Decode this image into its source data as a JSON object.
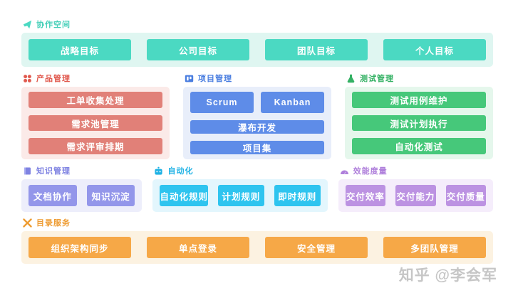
{
  "watermark": "知乎 @李会军",
  "palette": {
    "workspace": "#4BD9C2",
    "product": "#E18078",
    "project": "#5E8CE8",
    "test": "#46C87A",
    "knowledge": "#9396EA",
    "automation": "#2EC4EF",
    "metrics": "#BC92E2",
    "directory": "#F6A847"
  },
  "sections": {
    "workspace": {
      "title": "协作空间",
      "items": [
        "战略目标",
        "公司目标",
        "团队目标",
        "个人目标"
      ]
    },
    "product": {
      "title": "产品管理",
      "items": [
        "工单收集处理",
        "需求池管理",
        "需求评审排期"
      ]
    },
    "project": {
      "title": "项目管理",
      "items": [
        "Scrum",
        "Kanban",
        "瀑布开发",
        "项目集"
      ]
    },
    "test": {
      "title": "测试管理",
      "items": [
        "测试用例维护",
        "测试计划执行",
        "自动化测试"
      ]
    },
    "knowledge": {
      "title": "知识管理",
      "items": [
        "文档协作",
        "知识沉淀"
      ]
    },
    "automation": {
      "title": "自动化",
      "items": [
        "自动化规则",
        "计划规则",
        "即时规则"
      ]
    },
    "metrics": {
      "title": "效能度量",
      "items": [
        "交付效率",
        "交付能力",
        "交付质量"
      ]
    },
    "directory": {
      "title": "目录服务",
      "items": [
        "组织架构同步",
        "单点登录",
        "安全管理",
        "多团队管理"
      ]
    }
  }
}
